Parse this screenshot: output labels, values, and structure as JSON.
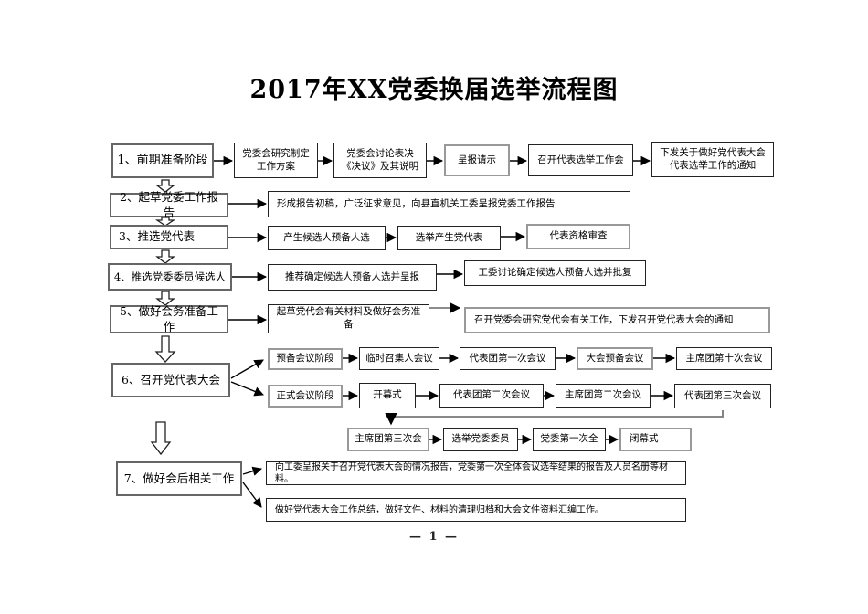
{
  "page": {
    "title": "2017年XX党委换届选举流程图",
    "page_number": "— 1 —"
  },
  "colors": {
    "background": "#ffffff",
    "box_border": "#222222",
    "step_border": "#666666",
    "arrow": "#000000",
    "gray_connector": "#777777",
    "text": "#000000"
  },
  "flow": {
    "steps": [
      "1、前期准备阶段",
      "2、起草党委工作报告",
      "3、推选党代表",
      "4、推选党委委员候选人",
      "5、做好会务准备工作",
      "6、召开党代表大会",
      "7、做好会后相关工作"
    ],
    "row1": [
      "党委会研究制定工作方案",
      "党委会讨论表决《决议》及其说明",
      "呈报请示",
      "召开代表选举工作会",
      "下发关于做好党代表大会代表选举工作的通知"
    ],
    "row2": [
      "形成报告初稿，广泛征求意见，向县直机关工委呈报党委工作报告"
    ],
    "row3": [
      "产生候选人预备人选",
      "选举产生党代表",
      "代表资格审查"
    ],
    "row4": [
      "推荐确定候选人预备人选并呈报",
      "工委讨论确定候选人预备人选并批复"
    ],
    "row5": [
      "起草党代会有关材料及做好会务准备",
      "召开党委会研究党代会有关工作，下发召开党代表大会的通知"
    ],
    "row6_prep": [
      "预备会议阶段",
      "临时召集人会议",
      "代表团第一次会议",
      "大会预备会议",
      "主席团第十次会议"
    ],
    "row6_formal": [
      "正式会议阶段",
      "开幕式",
      "代表团第二次会议",
      "主席团第二次会议",
      "代表团第三次会议"
    ],
    "row6_closing": [
      "主席团第三次会",
      "选举党委委员",
      "党委第一次全",
      "闭幕式"
    ],
    "row7": [
      "向工委呈报关于召开党代表大会的情况报告，党委第一次全体会议选举结果的报告及人员名册等材料。",
      "做好党代表大会工作总结，做好文件、材料的清理归档和大会文件资料汇编工作。"
    ]
  }
}
